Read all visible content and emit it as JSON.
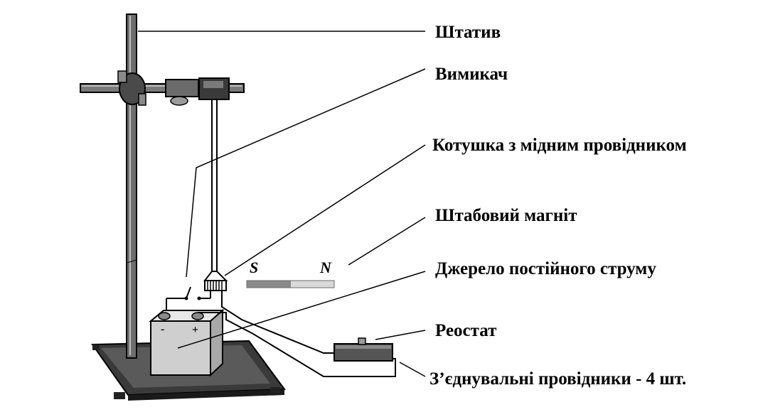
{
  "labels": {
    "stand": "Штатив",
    "switch": "Вимикач",
    "coil": "Котушка з мідним провідником",
    "magnet": "Штабовий магніт",
    "source": "Джерело постійного струму",
    "rheostat": "Реостат",
    "wires": "З’єднувальні провідники - 4 шт."
  },
  "magnet": {
    "pole_s": "S",
    "pole_n": "N"
  },
  "battery": {
    "minus": "-",
    "plus": "+"
  },
  "colors": {
    "line": "#000000",
    "magnet_dark": "#8a8a8a",
    "magnet_light": "#d9d9d9",
    "battery_body": "#cfcfcf",
    "rheostat_body": "#555555",
    "base": "#3a3a3a"
  }
}
